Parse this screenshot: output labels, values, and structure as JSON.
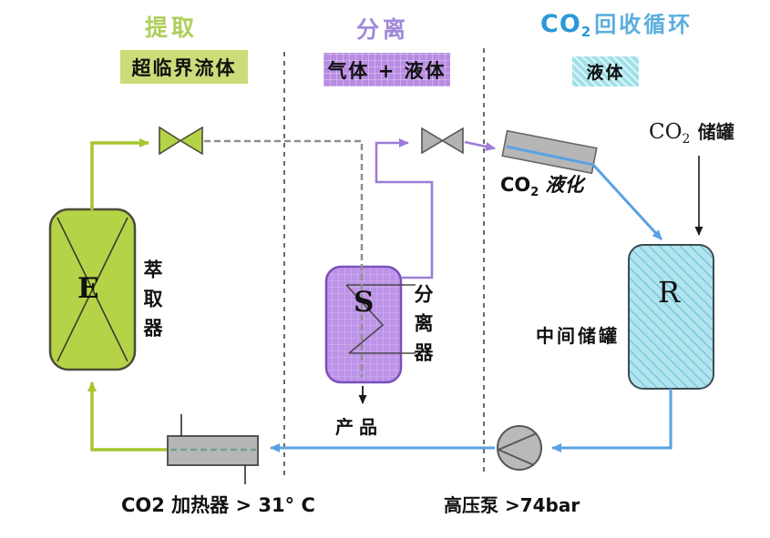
{
  "sections": {
    "extract": {
      "title": "提取",
      "phase": "超临界流体",
      "title_color": "#aecf5a"
    },
    "separate": {
      "title": "分离",
      "phase": "气体 + 液体",
      "title_color": "#a18ad8"
    },
    "recycle": {
      "title_prefix": "CO",
      "title_sub": "2",
      "title_rest": "回收循环",
      "phase": "液体",
      "title_color": "#2b98d8"
    }
  },
  "equipment": {
    "extractor": {
      "letter": "E",
      "label": "萃取器"
    },
    "separator": {
      "letter": "S",
      "label": "分离器"
    },
    "reservoir": {
      "letter": "R",
      "label": "中间储罐"
    },
    "liquefier": {
      "prefix": "CO",
      "sub": "2",
      "rest": "液化"
    },
    "co2_tank": {
      "prefix": "CO",
      "sub": "2",
      "rest": "储罐"
    },
    "heater": {
      "label": "CO2 加热器 > 31° C"
    },
    "pump": {
      "label": "高压泵 >74bar"
    },
    "product": {
      "label": "产品"
    }
  },
  "colors": {
    "green_pipe": "#a6c52e",
    "green_vessel": "#b5d347",
    "green_box": "#ccdc78",
    "purple_pipe": "#9d7cd8",
    "purple_vessel": "#bd93e8",
    "purple_box": "#b88ce2",
    "blue_pipe": "#5aa2e2",
    "cyan_vessel": "#b2e4ee",
    "cyan_box": "#9fe0e8",
    "gray_equipment": "#b6b6b6",
    "outline": "#555555"
  }
}
